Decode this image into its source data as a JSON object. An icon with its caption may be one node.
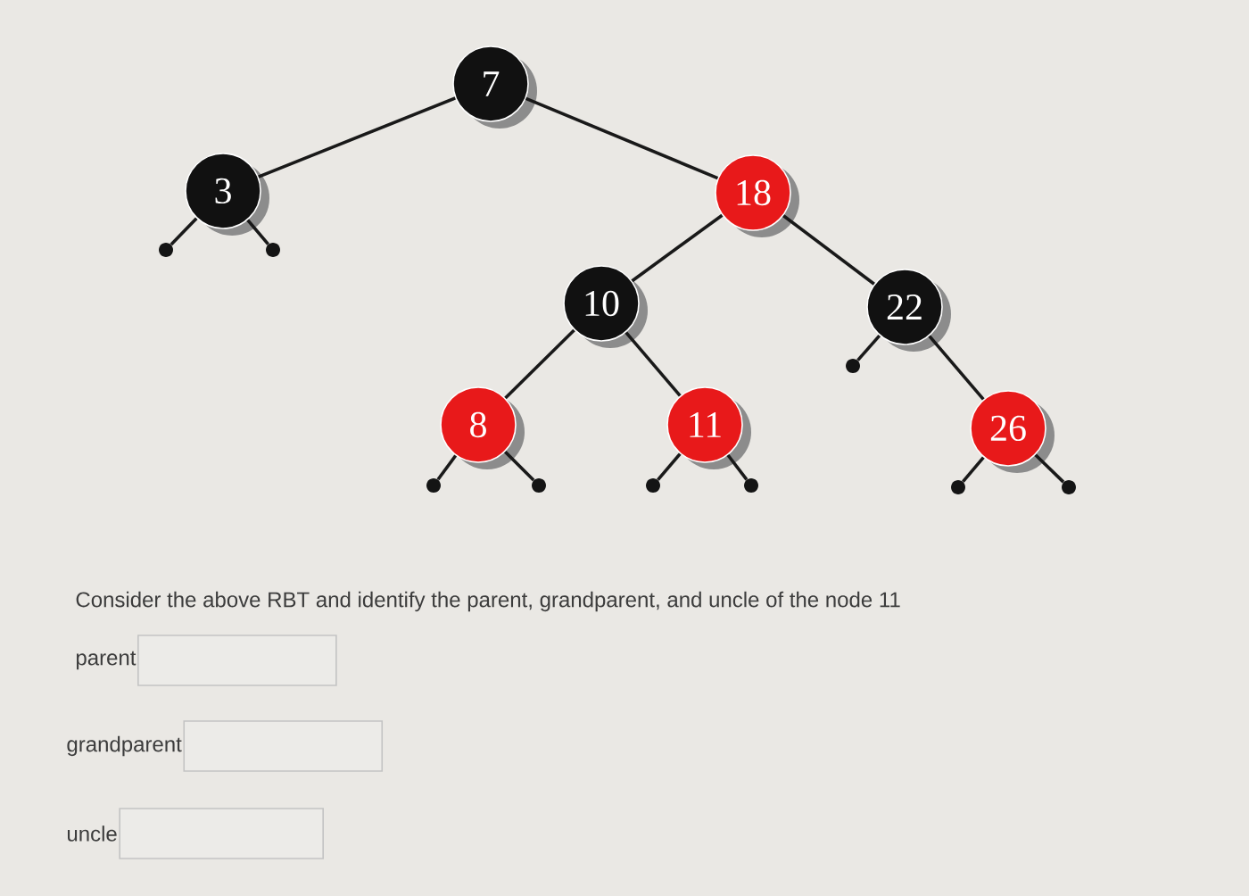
{
  "diagram": {
    "nodes": [
      {
        "text": [
          "7"
        ]
      },
      {
        "text": [
          "3"
        ]
      },
      {
        "text": [
          "18"
        ]
      },
      {
        "text": [
          "10"
        ]
      },
      {
        "text": [
          "22"
        ]
      },
      {
        "text": [
          "8"
        ]
      },
      {
        "text": [
          "11"
        ]
      },
      {
        "text": [
          "26"
        ]
      },
      {
        "text": [],
        "shape": "circle"
      },
      {
        "text": [],
        "shape": "circle"
      },
      {
        "text": [],
        "shape": "circle"
      },
      {
        "text": [],
        "shape": "circle"
      },
      {
        "text": [],
        "shape": "circle"
      },
      {
        "text": [],
        "shape": "circle"
      },
      {
        "text": [],
        "shape": "circle"
      },
      {
        "text": [],
        "shape": "circle"
      },
      {
        "text": [],
        "shape": "circle"
      }
    ],
    "edges": [
      {
        "from": 0,
        "to": 1,
        "arrow": "none"
      },
      {
        "from": 0,
        "to": 2,
        "arrow": "none"
      },
      {
        "from": 2,
        "to": 3,
        "arrow": "none"
      },
      {
        "from": 2,
        "to": 4,
        "arrow": "none"
      },
      {
        "from": 3,
        "to": 5,
        "arrow": "none"
      },
      {
        "from": 3,
        "to": 6,
        "arrow": "none"
      },
      {
        "from": 4,
        "to": 7,
        "arrow": "none"
      },
      {
        "from": 1,
        "to": 8,
        "arrow": "none"
      },
      {
        "from": 1,
        "to": 9,
        "arrow": "none"
      },
      {
        "from": 4,
        "to": 10,
        "arrow": "none"
      },
      {
        "from": 5,
        "to": 11,
        "arrow": "none"
      },
      {
        "from": 5,
        "to": 12,
        "arrow": "none"
      },
      {
        "from": 6,
        "to": 13,
        "arrow": "none"
      },
      {
        "from": 6,
        "to": 14,
        "arrow": "none"
      },
      {
        "from": 7,
        "to": 15,
        "arrow": "none"
      },
      {
        "from": 7,
        "to": 16,
        "arrow": "none"
      }
    ],
    "labels": [
      "Consider the above RBT and identify the parent, grandparent, and uncle of the node 11",
      "parent",
      "grandparent",
      "uncle"
    ]
  }
}
